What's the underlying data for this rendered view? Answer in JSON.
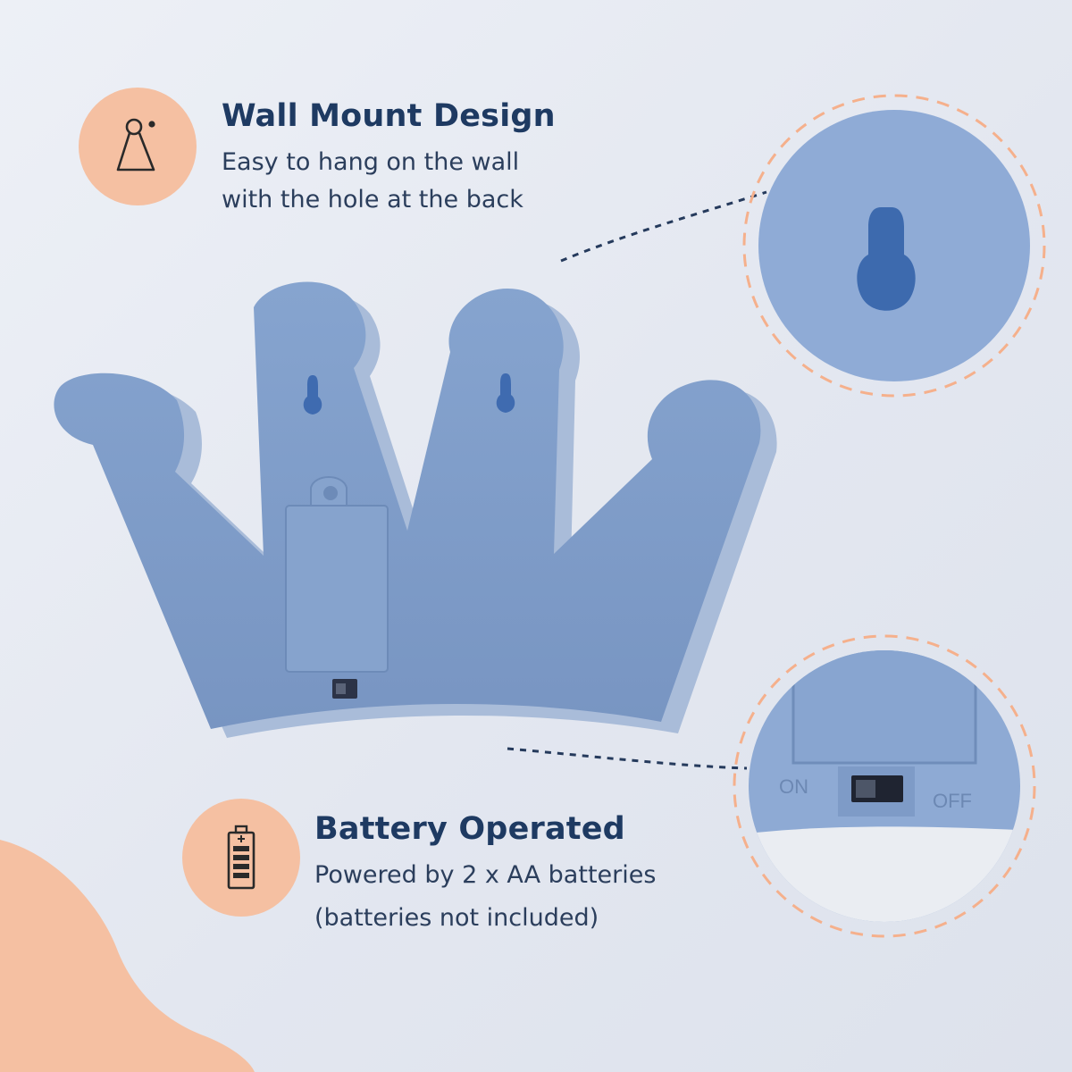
{
  "colors": {
    "background": "#e6eaf2",
    "accent_peach": "#f5c0a2",
    "heading_navy": "#1e3a62",
    "body_text": "#2b3e5c",
    "product_blue": "#7f9fcb",
    "dotted_connector": "#253a5c"
  },
  "features": {
    "wall_mount": {
      "icon": "wall-hook-icon",
      "title": "Wall Mount Design",
      "line1": "Easy to hang on the wall",
      "line2": "with the hole at the back"
    },
    "battery": {
      "icon": "battery-icon",
      "title": "Battery Operated",
      "line1": "Powered by 2 x AA batteries",
      "line2": "(batteries not included)"
    }
  },
  "product": {
    "switch_on_label": "ON",
    "switch_off_label": "OFF"
  }
}
